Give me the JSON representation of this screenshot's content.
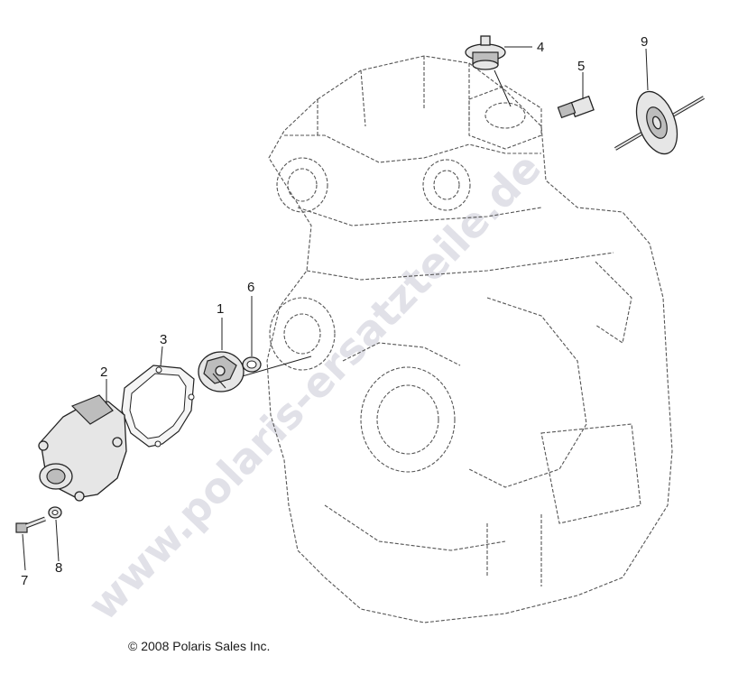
{
  "callouts": {
    "c1": "1",
    "c2": "2",
    "c3": "3",
    "c4": "4",
    "c5": "5",
    "c6": "6",
    "c7": "7",
    "c8": "8",
    "c9": "9"
  },
  "copyright": "© 2008 Polaris Sales Inc.",
  "watermark": "www.polaris-ersatzteile.de"
}
